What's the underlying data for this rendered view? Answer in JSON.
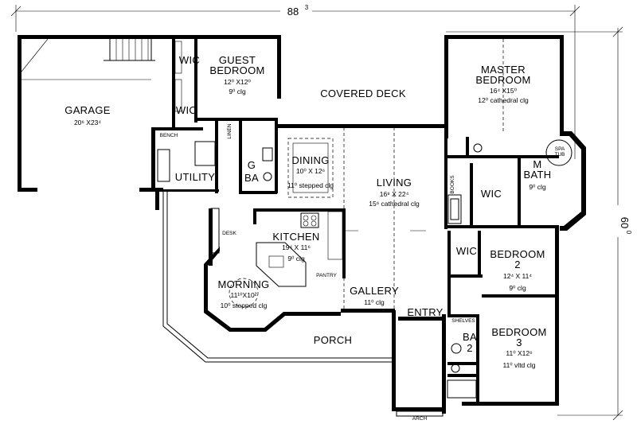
{
  "overall": {
    "width": "88",
    "width_sup": "3",
    "depth": "60",
    "depth_sup": "0"
  },
  "rooms": {
    "garage": {
      "name": "GARAGE",
      "size": "20⁶ X23⁴"
    },
    "guest": {
      "name1": "GUEST",
      "name2": "BEDROOM",
      "size": "12⁰ X12⁰",
      "clg": "9⁰ clg"
    },
    "wic1": {
      "name": "WIC"
    },
    "wic2": {
      "name": "WIC"
    },
    "deck": {
      "name": "COVERED DECK"
    },
    "master": {
      "name1": "MASTER",
      "name2": "BEDROOM",
      "size": "16⁴ X15⁰",
      "clg": "12⁰ cathedral clg"
    },
    "mbath": {
      "name1": "M",
      "name2": "BATH",
      "clg": "9⁰ clg"
    },
    "spa": {
      "name1": "SPA",
      "name2": "TUB"
    },
    "wic3": {
      "name": "WIC"
    },
    "wic4": {
      "name": "WIC"
    },
    "dining": {
      "name": "DINING",
      "size": "10⁰ X 12⁶",
      "clg": "11⁰ stepped clg"
    },
    "gba": {
      "name1": "G",
      "name2": "BA"
    },
    "utility": {
      "name": "UTILITY"
    },
    "bench": {
      "name": "BENCH"
    },
    "linen": {
      "name": "LINEN"
    },
    "living": {
      "name": "LIVING",
      "size": "16⁸ X 22⁴",
      "clg": "15⁶ cathedral clg"
    },
    "books": {
      "name": "BOOKS"
    },
    "kitchen": {
      "name": "KITCHEN",
      "size": "19⁴ X 11⁶",
      "clg": "9⁰ clg"
    },
    "desk": {
      "name": "DESK"
    },
    "pantry": {
      "name": "PANTRY"
    },
    "morning": {
      "name": "MORNING",
      "size": "11¹⁰X10²",
      "clg": "10⁰ stepped clg"
    },
    "gallery": {
      "name": "GALLERY",
      "clg": "11⁰ clg"
    },
    "entry": {
      "name": "ENTRY"
    },
    "bedroom2": {
      "name1": "BEDROOM",
      "name2": "2",
      "size": "12⁴ X 11⁴",
      "clg": "9⁰ clg"
    },
    "bedroom3": {
      "name1": "BEDROOM",
      "name2": "3",
      "size": "11⁰ X12⁶",
      "clg": "11⁰ vltd clg"
    },
    "ba2": {
      "name1": "BA",
      "name2": "2"
    },
    "shelves": {
      "name": "SHELVES"
    },
    "porch": {
      "name": "PORCH"
    },
    "arch": {
      "name": "ARCH"
    }
  }
}
